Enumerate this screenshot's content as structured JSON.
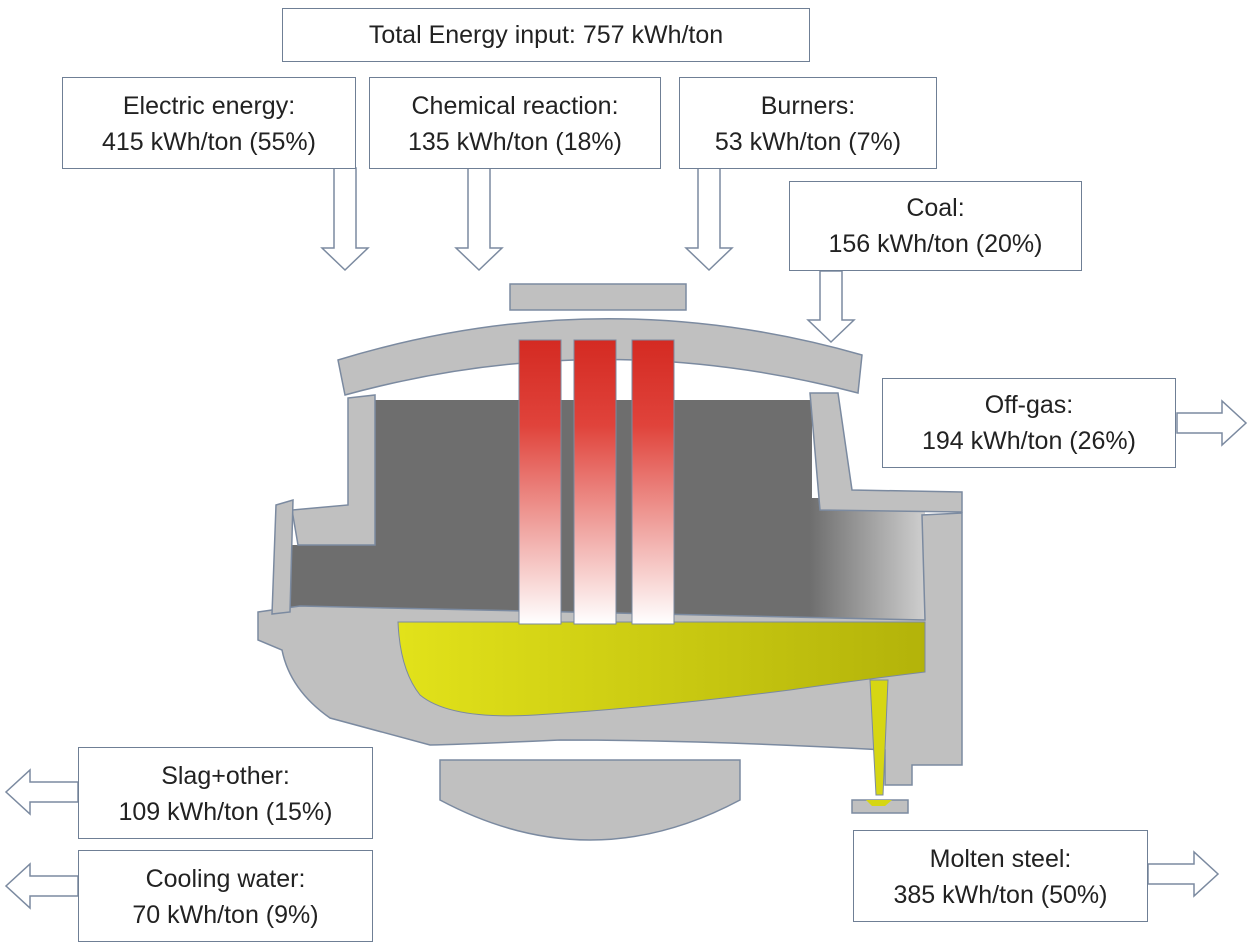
{
  "total": {
    "text": "Total Energy input: 757 kWh/ton"
  },
  "inputs": {
    "electric": {
      "label": "Electric energy:",
      "value": "415 kWh/ton (55%)"
    },
    "chemical": {
      "label": "Chemical reaction:",
      "value": "135 kWh/ton (18%)"
    },
    "burners": {
      "label": "Burners:",
      "value": "53 kWh/ton (7%)"
    },
    "coal": {
      "label": "Coal:",
      "value": "156 kWh/ton (20%)"
    }
  },
  "outputs": {
    "offgas": {
      "label": "Off-gas:",
      "value": "194 kWh/ton (26%)"
    },
    "slag": {
      "label": "Slag+other:",
      "value": "109 kWh/ton (15%)"
    },
    "cooling": {
      "label": "Cooling water:",
      "value": "70 kWh/ton (9%)"
    },
    "steel": {
      "label": "Molten steel:",
      "value": "385 kWh/ton (50%)"
    }
  },
  "colors": {
    "furnace_shell": "#c0c0c0",
    "furnace_interior": "#6e6e6e",
    "molten_steel": "#d6d613",
    "electrode_hot": "#d42a22",
    "outline": "#7b8aa0"
  }
}
